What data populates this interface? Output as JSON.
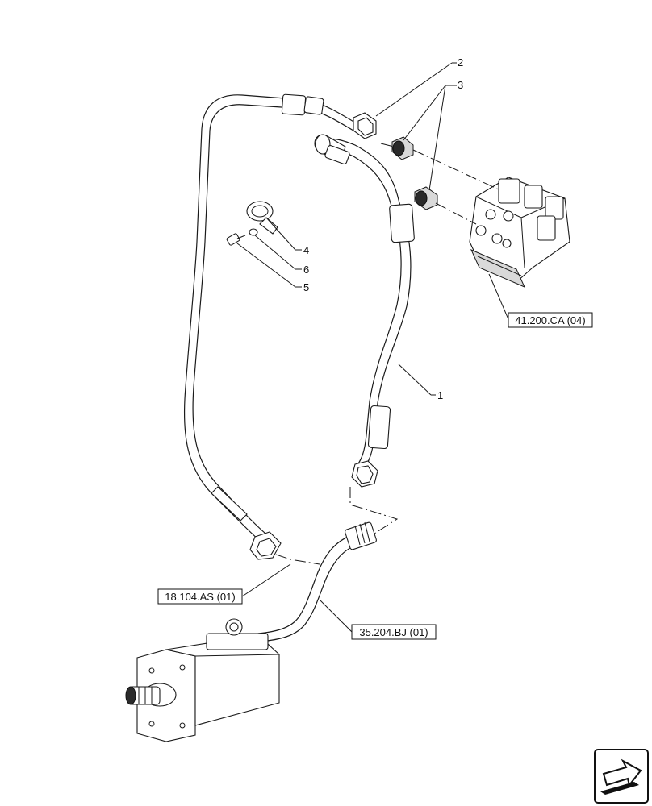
{
  "callouts": [
    {
      "id": "1",
      "text": "1"
    },
    {
      "id": "2",
      "text": "2"
    },
    {
      "id": "3",
      "text": "3"
    },
    {
      "id": "4",
      "text": "4"
    },
    {
      "id": "5",
      "text": "5"
    },
    {
      "id": "6",
      "text": "6"
    }
  ],
  "references": {
    "valve": "41.200.CA (04)",
    "left": "18.104.AS (01)",
    "pump": "35.204.BJ (01)"
  },
  "icons": {
    "nav": "arrow-nav-icon"
  }
}
